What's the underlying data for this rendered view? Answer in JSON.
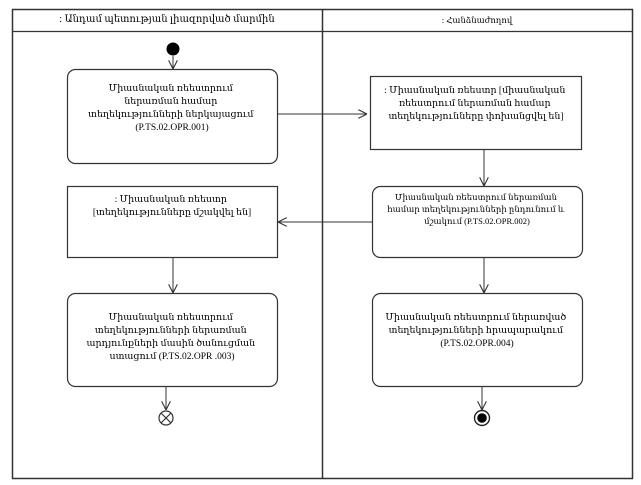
{
  "diagram": {
    "lanes": [
      {
        "title": ": Անդամ պետության լիազորված մարմին"
      },
      {
        "title": ": Հանձնաժողով"
      }
    ],
    "nodes": [
      {
        "lines": [
          "Միասնական ռեեստրում",
          "ներառման համար",
          "տեղեկությունների ներկայացում",
          "(P.TS.02.OPR.001)"
        ]
      },
      {
        "lines": [
          ": Միասնական ռեեստր [միասնական",
          "ռեեստրում ներառման համար",
          "տեղեկությունները փոխանցվել են]"
        ]
      },
      {
        "lines": [
          "Միասնական ռեեստրում ներառման",
          "համար տեղեկությունների ընդունում և",
          "մշակում (P.TS.02.OPR.002)"
        ]
      },
      {
        "lines": [
          ": Միասնական ռեեստր",
          "[տեղեկությունները մշակվել են]"
        ]
      },
      {
        "lines": [
          "Միասնական ռեեստրում",
          "տեղեկությունների ներառման",
          "արդյունքների մասին ծանուցման",
          "ստացում (P.TS.02.OPR .003)"
        ]
      },
      {
        "lines": [
          "Միասնական ռեեստրում ներառված",
          "տեղեկությունների հրապարակում",
          "(P.TS.02.OPR.004)"
        ]
      }
    ]
  }
}
